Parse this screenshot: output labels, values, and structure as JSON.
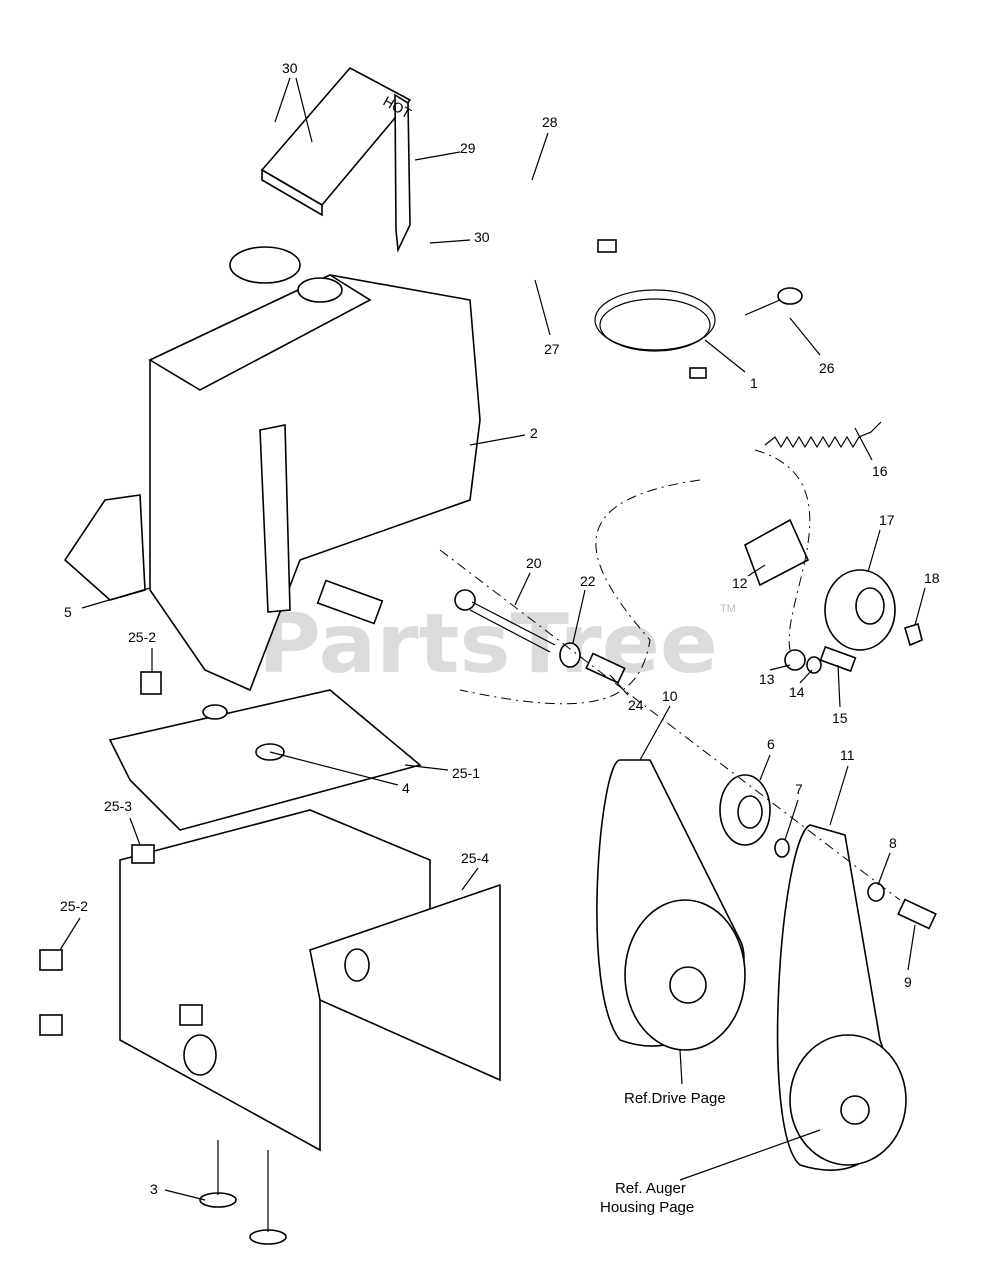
{
  "watermark": {
    "text": "PartsTree",
    "tm": "TM"
  },
  "part_labels": {
    "p30a": "30",
    "p29": "29",
    "p30b": "30",
    "p28": "28",
    "p27": "27",
    "p1": "1",
    "p26": "26",
    "p2": "2",
    "p16": "16",
    "p17": "17",
    "p12": "12",
    "p18": "18",
    "p20": "20",
    "p22": "22",
    "p24": "24",
    "p13": "13",
    "p14": "14",
    "p15": "15",
    "p5": "5",
    "p25_2a": "25-2",
    "p25_1": "25-1",
    "p4": "4",
    "p10": "10",
    "p6": "6",
    "p7": "7",
    "p11": "11",
    "p8": "8",
    "p9": "9",
    "p25_3": "25-3",
    "p25_4": "25-4",
    "p25_2b": "25-2",
    "p3": "3"
  },
  "references": {
    "drive": "Ref.Drive Page",
    "auger_line1": "Ref. Auger",
    "auger_line2": "Housing Page"
  },
  "decal_text": "HOT"
}
